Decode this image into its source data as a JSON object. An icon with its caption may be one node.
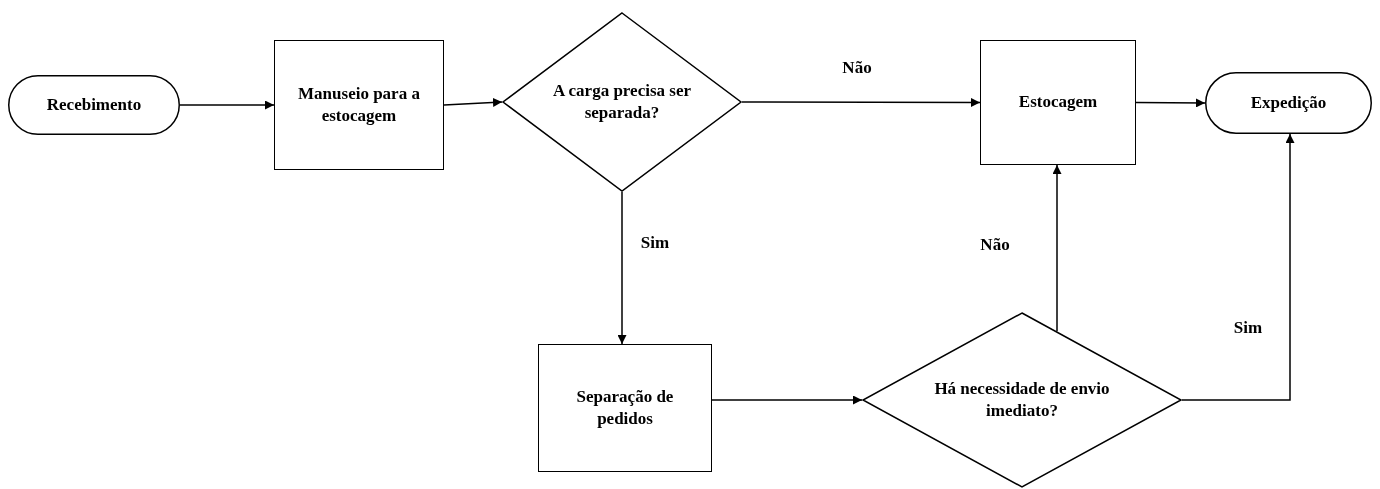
{
  "diagram": {
    "nodes": [
      {
        "text": [
          "Recebimento"
        ]
      },
      {
        "text": [
          "Manuseio para a estocagem"
        ]
      },
      {
        "text": [
          "A carga precisa ser separada?"
        ]
      },
      {
        "text": [
          "Estocagem"
        ]
      },
      {
        "text": [
          "Expedição"
        ]
      },
      {
        "text": [
          "Separação de pedidos"
        ]
      },
      {
        "text": [
          "Há necessidade de envio imediato?"
        ]
      }
    ],
    "edges": [
      {
        "from": 0,
        "to": 1,
        "arrow": "to"
      },
      {
        "from": 1,
        "to": 2,
        "arrow": "to"
      },
      {
        "from": 2,
        "to": 3,
        "arrow": "to",
        "label": "Não"
      },
      {
        "from": 3,
        "to": 4,
        "arrow": "to"
      },
      {
        "from": 2,
        "to": 5,
        "arrow": "to",
        "label": "Sim"
      },
      {
        "from": 5,
        "to": 6,
        "arrow": "to"
      },
      {
        "from": 6,
        "to": 3,
        "arrow": "to",
        "label": "Não"
      },
      {
        "from": 6,
        "to": 4,
        "arrow": "to",
        "label": "Sim"
      }
    ]
  }
}
